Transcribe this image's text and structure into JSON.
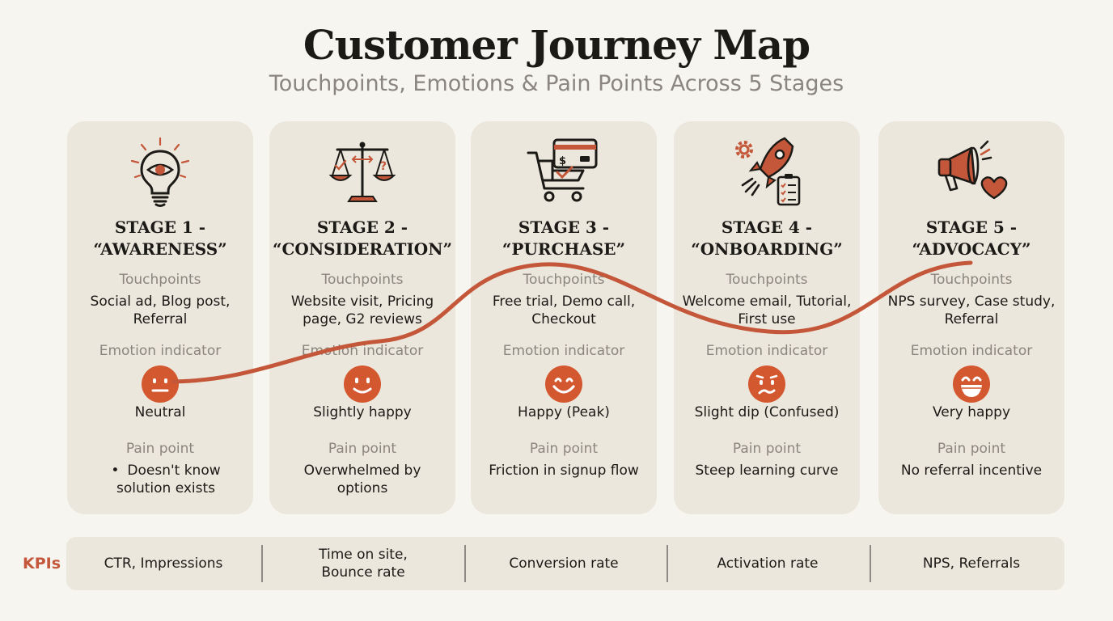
{
  "title": "Customer Journey Map",
  "subtitle": "Touchpoints, Emotions & Pain Points Across 5 Stages",
  "labels": {
    "touchpoints": "Touchpoints",
    "emotion": "Emotion indicator",
    "pain": "Pain point"
  },
  "stages": [
    {
      "title_line1": "STAGE 1 -",
      "title_line2": "“AWARENESS”",
      "icon": "lightbulb-eye-icon",
      "touchpoints": "Social ad, Blog post, Referral",
      "emotion": "Neutral",
      "emotion_face": "neutral-face-icon",
      "pain_bullet": "•",
      "pain": "Doesn't know solution exists"
    },
    {
      "title_line1": "STAGE 2 -",
      "title_line2": "“CONSIDERATION”",
      "icon": "balance-scale-icon",
      "touchpoints": "Website visit, Pricing page, G2 reviews",
      "emotion": "Slightly happy",
      "emotion_face": "slight-smile-face-icon",
      "pain": "Overwhelmed by options"
    },
    {
      "title_line1": "STAGE 3 -",
      "title_line2": "“PURCHASE”",
      "icon": "cart-card-icon",
      "touchpoints": "Free trial, Demo call, Checkout",
      "emotion": "Happy (Peak)",
      "emotion_face": "happy-face-icon",
      "pain": "Friction in signup flow"
    },
    {
      "title_line1": "STAGE 4 -",
      "title_line2": "“ONBOARDING”",
      "icon": "rocket-checklist-icon",
      "touchpoints": "Welcome email, Tutorial, First use",
      "emotion": "Slight dip (Confused)",
      "emotion_face": "confused-face-icon",
      "pain": "Steep learning curve"
    },
    {
      "title_line1": "STAGE 5 -",
      "title_line2": "“ADVOCACY”",
      "icon": "megaphone-heart-icon",
      "touchpoints": "NPS survey, Case study, Referral",
      "emotion": "Very happy",
      "emotion_face": "grin-face-icon",
      "pain": "No referral incentive"
    }
  ],
  "kpis": {
    "label": "KPIs",
    "items": [
      "CTR, Impressions",
      "Time on site, Bounce rate",
      "Conversion rate",
      "Activation rate",
      "NPS, Referrals"
    ]
  },
  "colors": {
    "accent": "#c4573a",
    "card": "#ece7dc",
    "background": "#f7f5f0",
    "face": "#d4582f"
  }
}
